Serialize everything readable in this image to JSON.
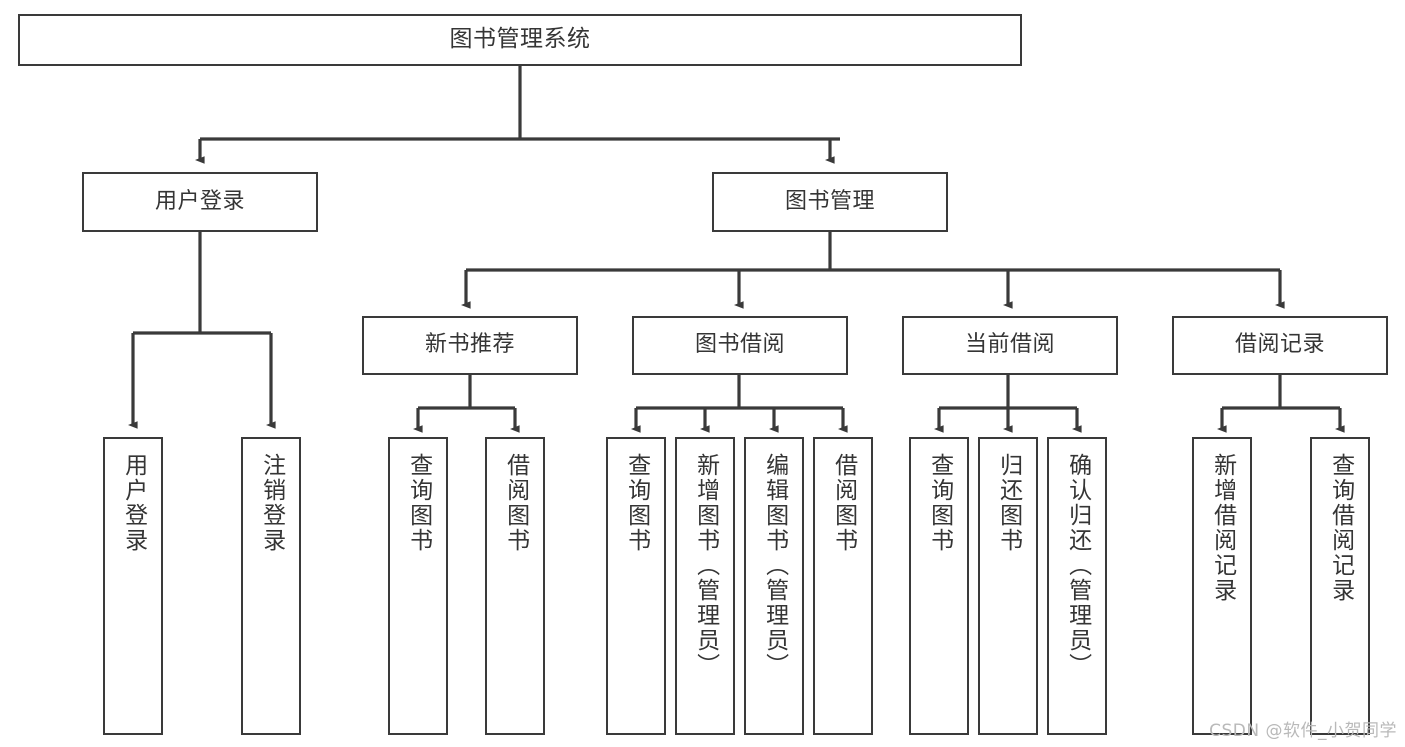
{
  "diagram": {
    "title": "图书管理系统",
    "type": "tree-hierarchy-diagram",
    "colors": {
      "box_border": "#3a3a3a",
      "box_fill": "#ffffff",
      "text": "#353535",
      "edge": "#3a3a3a",
      "watermark": "#b9b9b9",
      "background": "#ffffff"
    },
    "levels": {
      "root": "图书管理系统",
      "level2": [
        "用户登录",
        "图书管理"
      ],
      "level3": [
        "新书推荐",
        "图书借阅",
        "当前借阅",
        "借阅记录"
      ]
    }
  },
  "nodes": {
    "root": {
      "label": "图书管理系统"
    },
    "user_login": {
      "label": "用户登录"
    },
    "book_manage": {
      "label": "图书管理"
    },
    "new_book_rec": {
      "label": "新书推荐"
    },
    "book_borrow": {
      "label": "图书借阅"
    },
    "current_borrow": {
      "label": "当前借阅"
    },
    "borrow_record": {
      "label": "借阅记录"
    },
    "leaf_user_login": {
      "label": "用户登录"
    },
    "leaf_logout": {
      "label": "注销登录"
    },
    "leaf_query_book_1": {
      "label": "查询图书"
    },
    "leaf_borrow_book_1": {
      "label": "借阅图书"
    },
    "leaf_query_book_2": {
      "label": "查询图书"
    },
    "leaf_add_book": {
      "label": "新增图书（管理员）"
    },
    "leaf_edit_book": {
      "label": "编辑图书（管理员）"
    },
    "leaf_borrow_book_2": {
      "label": "借阅图书"
    },
    "leaf_query_book_3": {
      "label": "查询图书"
    },
    "leaf_return_book": {
      "label": "归还图书"
    },
    "leaf_confirm_return": {
      "label": "确认归还（管理员）"
    },
    "leaf_add_record": {
      "label": "新增借阅记录"
    },
    "leaf_query_record": {
      "label": "查询借阅记录"
    }
  },
  "watermark": {
    "text": "CSDN @软件_小贺同学"
  }
}
